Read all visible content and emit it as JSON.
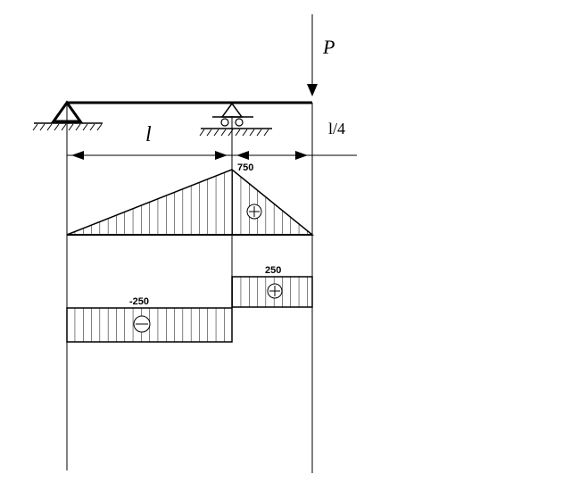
{
  "labels": {
    "load": "P",
    "span": "l",
    "overhang": "l/4",
    "moment_peak": "750",
    "shear_right": "250",
    "shear_left": "-250"
  },
  "colors": {
    "ink": "#000000",
    "background": "#ffffff"
  }
}
